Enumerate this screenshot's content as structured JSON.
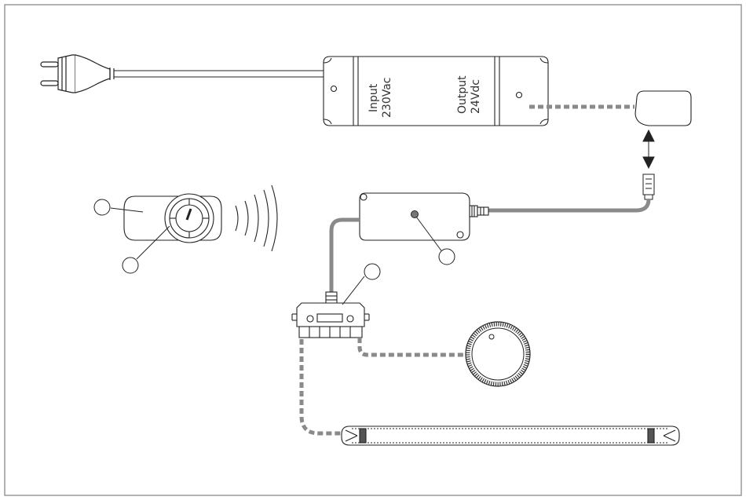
{
  "psu": {
    "input_label": "Input",
    "input_value": "230Vac",
    "output_label": "Output",
    "output_value": "24Vdc"
  },
  "callouts": {
    "remote_body": "",
    "remote_button": "",
    "receiver": "",
    "connector": ""
  },
  "colors": {
    "line": "#222222",
    "cable": "#8a8a8a",
    "frame": "#999999"
  }
}
